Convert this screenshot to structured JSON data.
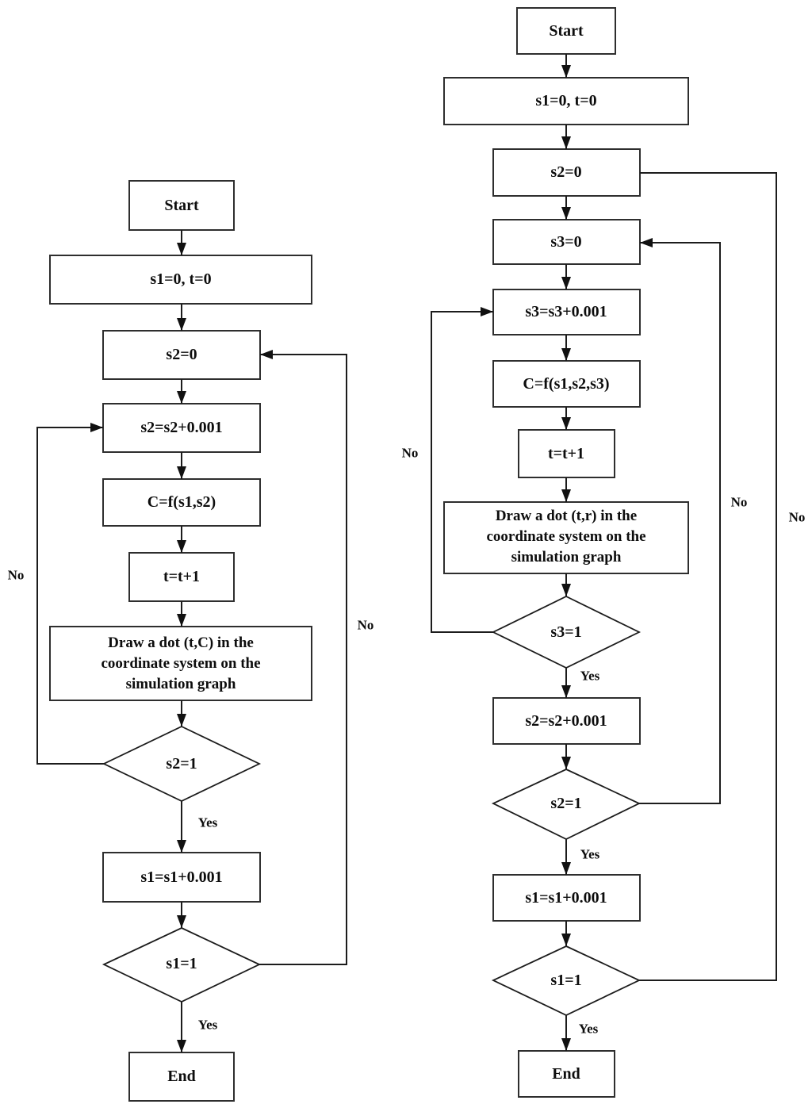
{
  "figure": {
    "background": "#ffffff",
    "stroke_color": "#1c1c1c",
    "text_color": "#0d0d0d"
  },
  "left": {
    "nodes": {
      "start": "Start",
      "init": "s1=0, t=0",
      "s2_zero": "s2=0",
      "s2_inc": "s2=s2+0.001",
      "compute": "C=f(s1,s2)",
      "t_inc": "t=t+1",
      "draw": "Draw a dot (t,C) in the\ncoordinate system on the\nsimulation graph",
      "s2_check": "s2=1",
      "s1_inc": "s1=s1+0.001",
      "s1_check": "s1=1",
      "end": "End"
    },
    "labels": {
      "yes": "Yes",
      "no": "No"
    }
  },
  "right": {
    "nodes": {
      "start": "Start",
      "init": "s1=0, t=0",
      "s2_zero": "s2=0",
      "s3_zero": "s3=0",
      "s3_inc": "s3=s3+0.001",
      "compute": "C=f(s1,s2,s3)",
      "t_inc": "t=t+1",
      "draw": "Draw a dot (t,r) in the\ncoordinate system on the\nsimulation graph",
      "s3_check": "s3=1",
      "s2_inc": "s2=s2+0.001",
      "s2_check": "s2=1",
      "s1_inc": "s1=s1+0.001",
      "s1_check": "s1=1",
      "end": "End"
    },
    "labels": {
      "yes": "Yes",
      "no": "No"
    }
  }
}
